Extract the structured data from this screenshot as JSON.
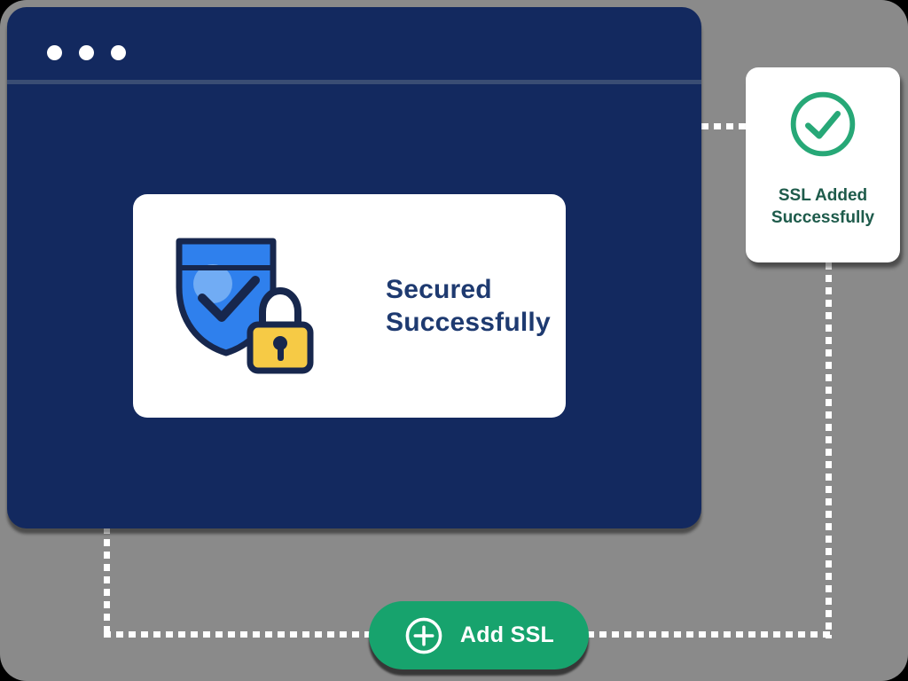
{
  "canvas": {
    "outer_bg": "#000000",
    "inner_bg": "#8a8a8a"
  },
  "browser_window": {
    "bg_color": "#13295f",
    "divider_color": "#3a4d74",
    "control_dot_color": "#ffffff",
    "control_dot_count": 3
  },
  "secured_card": {
    "line1": "Secured",
    "line2": "Successfully",
    "text_color": "#1e3a70",
    "shield_color": "#2f80ed",
    "shield_highlight_color": "#71acf4",
    "lock_color": "#f6ca45",
    "outline_color": "#17274d"
  },
  "ssl_card": {
    "line1": "SSL Added",
    "line2": "Successfully",
    "text_color": "#1e5b4b",
    "icon_color": "#27a877"
  },
  "add_ssl_button": {
    "label": "Add SSL",
    "bg_color": "#17a36d",
    "text_color": "#ffffff"
  },
  "connectors": {
    "color": "#ffffff",
    "style": "dotted"
  }
}
